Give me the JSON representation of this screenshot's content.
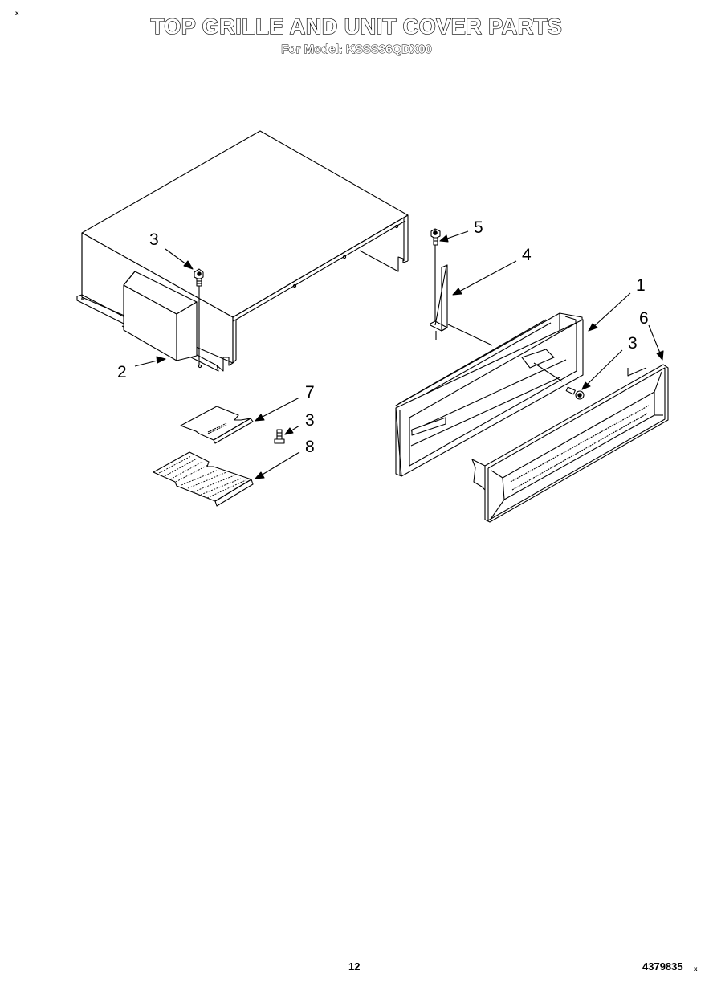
{
  "header": {
    "corner_mark": "x",
    "title": "TOP GRILLE AND UNIT COVER PARTS",
    "subtitle": "For Model: KSSS36QDX00"
  },
  "diagram": {
    "type": "exploded-parts-view",
    "callouts": [
      {
        "id": "c1",
        "label": "1",
        "part": "grille-frame"
      },
      {
        "id": "c2",
        "label": "2",
        "part": "control-box"
      },
      {
        "id": "c3a",
        "label": "3",
        "part": "screw-unit-cover"
      },
      {
        "id": "c3b",
        "label": "3",
        "part": "screw-grille"
      },
      {
        "id": "c3c",
        "label": "3",
        "part": "screw-loose"
      },
      {
        "id": "c4",
        "label": "4",
        "part": "bracket"
      },
      {
        "id": "c5",
        "label": "5",
        "part": "screw-bracket"
      },
      {
        "id": "c6",
        "label": "6",
        "part": "grille-front-panel"
      },
      {
        "id": "c7",
        "label": "7",
        "part": "plate"
      },
      {
        "id": "c8",
        "label": "8",
        "part": "vent-panel"
      }
    ]
  },
  "footer": {
    "page_number": "12",
    "doc_number": "4379835",
    "end_mark": "x"
  }
}
